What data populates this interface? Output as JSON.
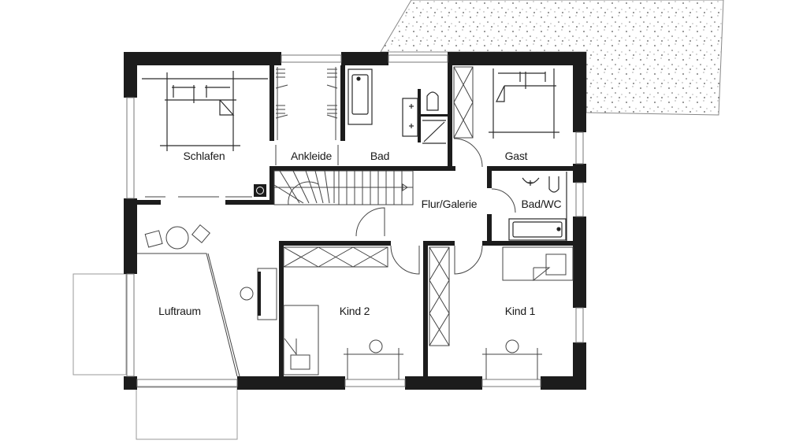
{
  "plan": {
    "type": "floor-plan",
    "colors": {
      "wall": "#1c1c1c",
      "line": "#2a2a2a",
      "background": "#ffffff",
      "terrace_dots": "#555555"
    },
    "rooms": [
      {
        "id": "schlafen",
        "label": "Schlafen"
      },
      {
        "id": "ankleide",
        "label": "Ankleide"
      },
      {
        "id": "bad",
        "label": "Bad"
      },
      {
        "id": "gast",
        "label": "Gast"
      },
      {
        "id": "flur",
        "label": "Flur/Galerie"
      },
      {
        "id": "bad-wc",
        "label": "Bad/WC"
      },
      {
        "id": "luftraum",
        "label": "Luftraum"
      },
      {
        "id": "kind2",
        "label": "Kind 2"
      },
      {
        "id": "kind1",
        "label": "Kind 1"
      }
    ]
  }
}
